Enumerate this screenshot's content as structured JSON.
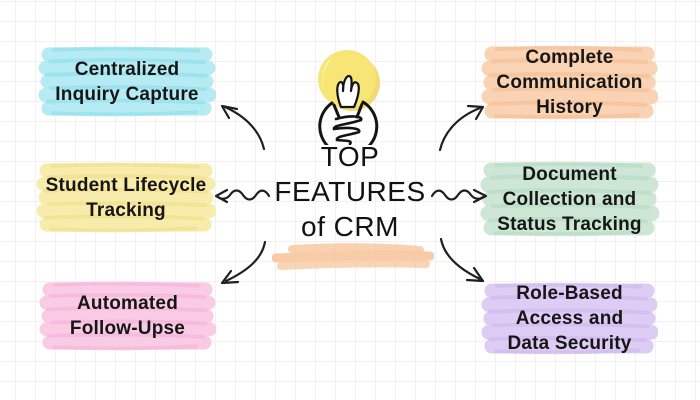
{
  "title": {
    "lines": [
      "TOP",
      "FEATURES",
      "of CRM"
    ]
  },
  "center": {
    "icon": "lightbulb-icon"
  },
  "colors": {
    "arrow": "#1f1f1f",
    "underline": "#f7c69c",
    "text": "#161616",
    "bulb_fill": "#f7e576",
    "bulb_outline": "#141414"
  },
  "features": [
    {
      "id": "centralized-inquiry-capture",
      "side": "left",
      "lines": [
        "Centralized",
        "Inquiry Capture"
      ],
      "highlight": "#b7ebf3",
      "stroke": "#86ddeb"
    },
    {
      "id": "student-lifecycle-tracking",
      "side": "left",
      "lines": [
        "Student Lifecycle",
        "Tracking"
      ],
      "highlight": "#f8ecac",
      "stroke": "#f0dd82"
    },
    {
      "id": "automated-follow-ups",
      "side": "left",
      "lines": [
        "Automated",
        "Follow-Upse"
      ],
      "highlight": "#f9cbe5",
      "stroke": "#f5afd7"
    },
    {
      "id": "complete-communication-history",
      "side": "right",
      "lines": [
        "Complete",
        "Communication",
        "History"
      ],
      "highlight": "#f9d3b3",
      "stroke": "#f4bd94"
    },
    {
      "id": "document-collection-status-tracking",
      "side": "right",
      "lines": [
        "Document",
        "Collection and",
        "Status Tracking"
      ],
      "highlight": "#cde6d6",
      "stroke": "#b2dbc2"
    },
    {
      "id": "role-based-access-data-security",
      "side": "right",
      "lines": [
        "Role-Based",
        "Access and",
        "Data Security"
      ],
      "highlight": "#ddccf4",
      "stroke": "#cfb5ee"
    }
  ]
}
